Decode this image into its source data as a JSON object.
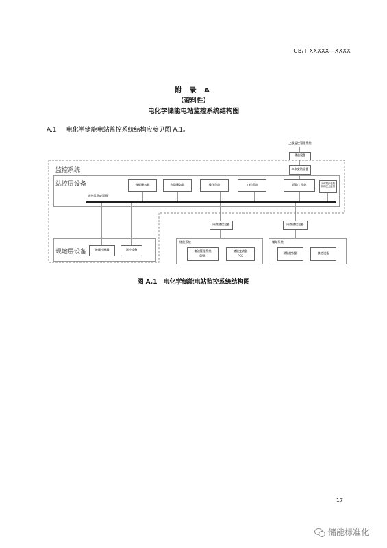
{
  "header": {
    "doc_code": "GB/T XXXXX—XXXX"
  },
  "appendix": {
    "heading": "附 录 A",
    "nature": "（资料性）",
    "title": "电化学储能电站监控系统结构图"
  },
  "clause": {
    "number": "A.1",
    "text": "电化学储能电站监控系统结构应参见图 A.1。"
  },
  "diagram": {
    "upper_system": "上级监控管理系统",
    "dispatch_device": "通道设备",
    "secondary_security": "二次安防设备",
    "monitoring_system": "监控系统",
    "station_layer": "站控层设备",
    "station_boxes": [
      "数据服务器",
      "应用服务器",
      "操作员站",
      "工程师站",
      "远动工作站"
    ],
    "small_box": "对时同步装置\n网络安全监测",
    "network_label": "站控层网或双网",
    "field_layer": "现地层设备",
    "field_boxes": [
      "协调控制器",
      "测控设备"
    ],
    "comm_device_left": "网络通信设备",
    "comm_device_right": "网络通信设备",
    "storage_left": {
      "title": "储能系统",
      "boxes": [
        {
          "name": "电池管理系统",
          "sub": "BMS"
        },
        {
          "name": "储能变流器",
          "sub": "PCS"
        }
      ]
    },
    "storage_right": {
      "title": "辅助系统",
      "boxes": [
        {
          "name": "消防控制器",
          "sub": ""
        },
        {
          "name": "其他设备",
          "sub": ""
        }
      ]
    }
  },
  "figure_caption": "图 A.1　电化学储能电站监控系统结构图",
  "footer": {
    "page_number": "17",
    "watermark": "储能标准化"
  }
}
